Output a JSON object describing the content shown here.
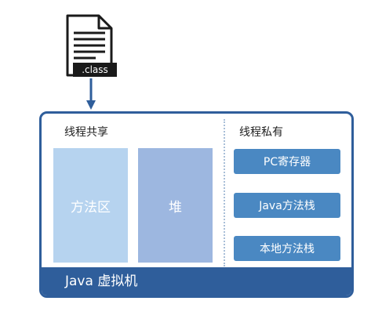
{
  "file": {
    "label": ".class"
  },
  "jvm": {
    "label": "Java 虚拟机"
  },
  "shared": {
    "title": "线程共享",
    "method_area": "方法区",
    "heap": "堆"
  },
  "private": {
    "title": "线程私有",
    "items": [
      "PC寄存器",
      "Java方法栈",
      "本地方法栈"
    ]
  },
  "colors": {
    "frame": "#2f5e9b",
    "method_area": "#b6d3ef",
    "heap": "#9db7e0",
    "private_item": "#4a88c2"
  }
}
